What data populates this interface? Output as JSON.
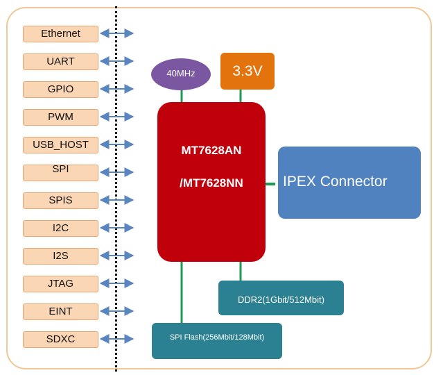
{
  "interfaces": [
    {
      "id": "ethernet",
      "label": "Ethernet"
    },
    {
      "id": "uart",
      "label": "UART"
    },
    {
      "id": "gpio",
      "label": "GPIO"
    },
    {
      "id": "pwm",
      "label": "PWM"
    },
    {
      "id": "usb-host",
      "label": "USB_HOST"
    },
    {
      "id": "spi",
      "label": "SPI"
    },
    {
      "id": "spis",
      "label": "SPIS"
    },
    {
      "id": "i2c",
      "label": "I2C"
    },
    {
      "id": "i2s",
      "label": "I2S"
    },
    {
      "id": "jtag",
      "label": "JTAG"
    },
    {
      "id": "eint",
      "label": "EINT"
    },
    {
      "id": "sdxc",
      "label": "SDXC"
    }
  ],
  "chip": {
    "line1": "MT7628AN",
    "line2": "/MT7628NN"
  },
  "oscillator": {
    "label": "40MHz"
  },
  "power": {
    "label": "3.3V"
  },
  "ipex": {
    "label": "IPEX Connector"
  },
  "ddr": {
    "label": "DDR2(1Gbit/512Mbit)"
  },
  "flash": {
    "label": "SPI Flash(256Mbit/128Mbit)"
  },
  "colors": {
    "frame": "#f0c896",
    "interface_fill": "#fbd6b5",
    "interface_border": "#e8a571",
    "arrow": "#5a86bf",
    "connector_line": "#1e9a55",
    "chip": "#c0000b",
    "oscillator": "#7a57a0",
    "power": "#e3730c",
    "ipex": "#4f82bf",
    "memory": "#2b8191"
  }
}
